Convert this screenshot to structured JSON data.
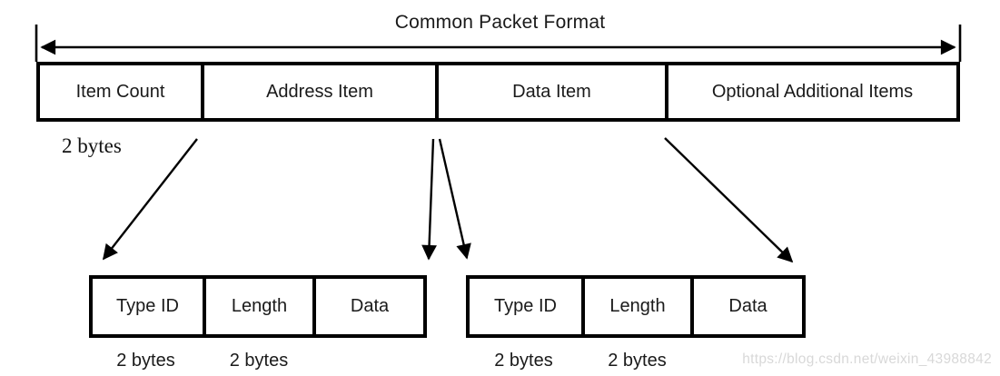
{
  "title": "Common Packet Format",
  "packet_table": {
    "fields": [
      "Item Count",
      "Address Item",
      "Data Item",
      "Optional Additional Items"
    ],
    "item_count_size": "2 bytes"
  },
  "item_format_left": {
    "fields": [
      "Type ID",
      "Length",
      "Data"
    ],
    "field_sizes": [
      "2 bytes",
      "2 bytes"
    ]
  },
  "item_format_right": {
    "fields": [
      "Type ID",
      "Length",
      "Data"
    ],
    "field_sizes": [
      "2 bytes",
      "2 bytes"
    ]
  },
  "watermark": "https://blog.csdn.net/weixin_43988842",
  "colors": {
    "line": "#000000",
    "text": "#1a1a1a",
    "watermark": "#d8d8d8"
  }
}
